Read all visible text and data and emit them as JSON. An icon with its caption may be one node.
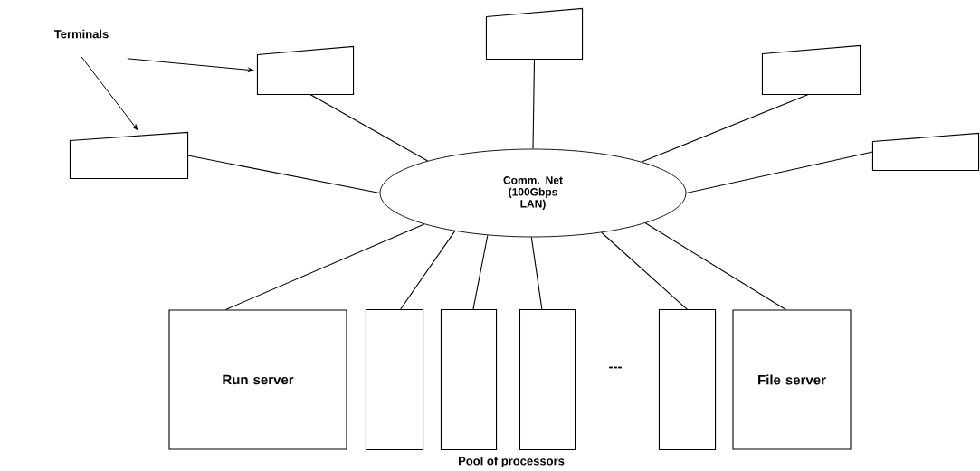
{
  "diagram": {
    "nodes": [
      {
        "text": [
          "Terminals"
        ]
      },
      {
        "text": [],
        "shape": "box"
      },
      {
        "text": [],
        "shape": "box"
      },
      {
        "text": [],
        "shape": "box"
      },
      {
        "text": [],
        "shape": "box"
      },
      {
        "text": [],
        "shape": "box"
      },
      {
        "text": [
          "Comm. Net (100Gbps LAN)"
        ]
      },
      {
        "text": [
          "Run server"
        ]
      },
      {
        "text": [],
        "shape": "box"
      },
      {
        "text": [],
        "shape": "box"
      },
      {
        "text": [],
        "shape": "box"
      },
      {
        "text": [],
        "shape": "box"
      },
      {
        "text": [
          "File server"
        ]
      }
    ],
    "edges": [
      {
        "from": 0,
        "to": 1,
        "arrow": "to"
      },
      {
        "from": 0,
        "to": 4,
        "arrow": "to"
      },
      {
        "from": 1,
        "to": 6,
        "arrow": "none"
      },
      {
        "from": 2,
        "to": 6,
        "arrow": "none"
      },
      {
        "from": 3,
        "to": 6,
        "arrow": "none"
      },
      {
        "from": 4,
        "to": 6,
        "arrow": "none"
      },
      {
        "from": 5,
        "to": 6,
        "arrow": "none"
      },
      {
        "from": 6,
        "to": 7,
        "arrow": "none"
      },
      {
        "from": 6,
        "to": 8,
        "arrow": "none"
      },
      {
        "from": 6,
        "to": 9,
        "arrow": "none"
      },
      {
        "from": 6,
        "to": 10,
        "arrow": "none"
      },
      {
        "from": 6,
        "to": 11,
        "arrow": "none"
      },
      {
        "from": 6,
        "to": 12,
        "arrow": "none"
      }
    ],
    "labels": [
      "---",
      "Pool of processors"
    ]
  }
}
